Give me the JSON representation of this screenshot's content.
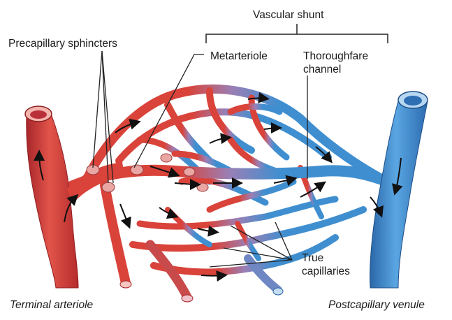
{
  "labels": {
    "vascular_shunt": "Vascular shunt",
    "precapillary_sphincters": "Precapillary sphincters",
    "metarteriole": "Metarteriole",
    "thoroughfare_channel": [
      "Thoroughfare",
      "channel"
    ],
    "true_capillaries": [
      "True",
      "capillaries"
    ],
    "terminal_arteriole": "Terminal arteriole",
    "postcapillary_venule": "Postcapillary venule"
  },
  "colors": {
    "arterial": "#d9433a",
    "arterial_dark": "#a8262a",
    "mixed": "#9a7fb5",
    "venous": "#3f8fd0",
    "venous_dark": "#2a67a8",
    "sphincter": "#e8a0a0",
    "label_text": "#1a1a1a",
    "leader": "#222222"
  }
}
